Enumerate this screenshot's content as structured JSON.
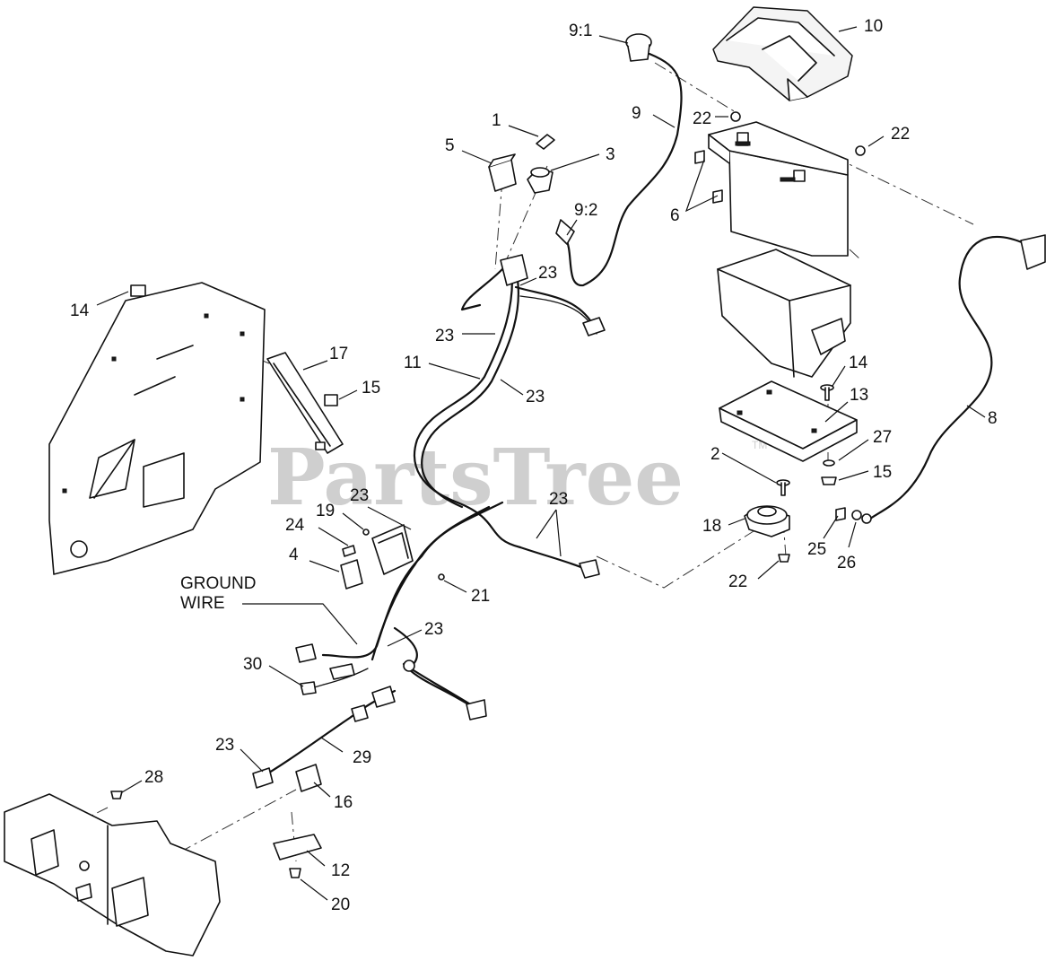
{
  "watermark": {
    "text": "PartsTree",
    "mark": "TM"
  },
  "callouts": {
    "c1": "1",
    "c2": "2",
    "c3": "3",
    "c4": "4",
    "c5": "5",
    "c6": "6",
    "c8": "8",
    "c9": "9",
    "c9_1": "9:1",
    "c9_2": "9:2",
    "c10": "10",
    "c11": "11",
    "c12": "12",
    "c13": "13",
    "c14a": "14",
    "c14b": "14",
    "c15a": "15",
    "c15b": "15",
    "c16": "16",
    "c17": "17",
    "c18": "18",
    "c19": "19",
    "c20": "20",
    "c21": "21",
    "c22a": "22",
    "c22b": "22",
    "c22c": "22",
    "c23a": "23",
    "c23b": "23",
    "c23c": "23",
    "c23d": "23",
    "c23e": "23",
    "c23f": "23",
    "c23g": "23",
    "c24": "24",
    "c25": "25",
    "c26": "26",
    "c27": "27",
    "c28": "28",
    "c29": "29",
    "c30": "30",
    "ground_line1": "GROUND",
    "ground_line2": "WIRE"
  }
}
